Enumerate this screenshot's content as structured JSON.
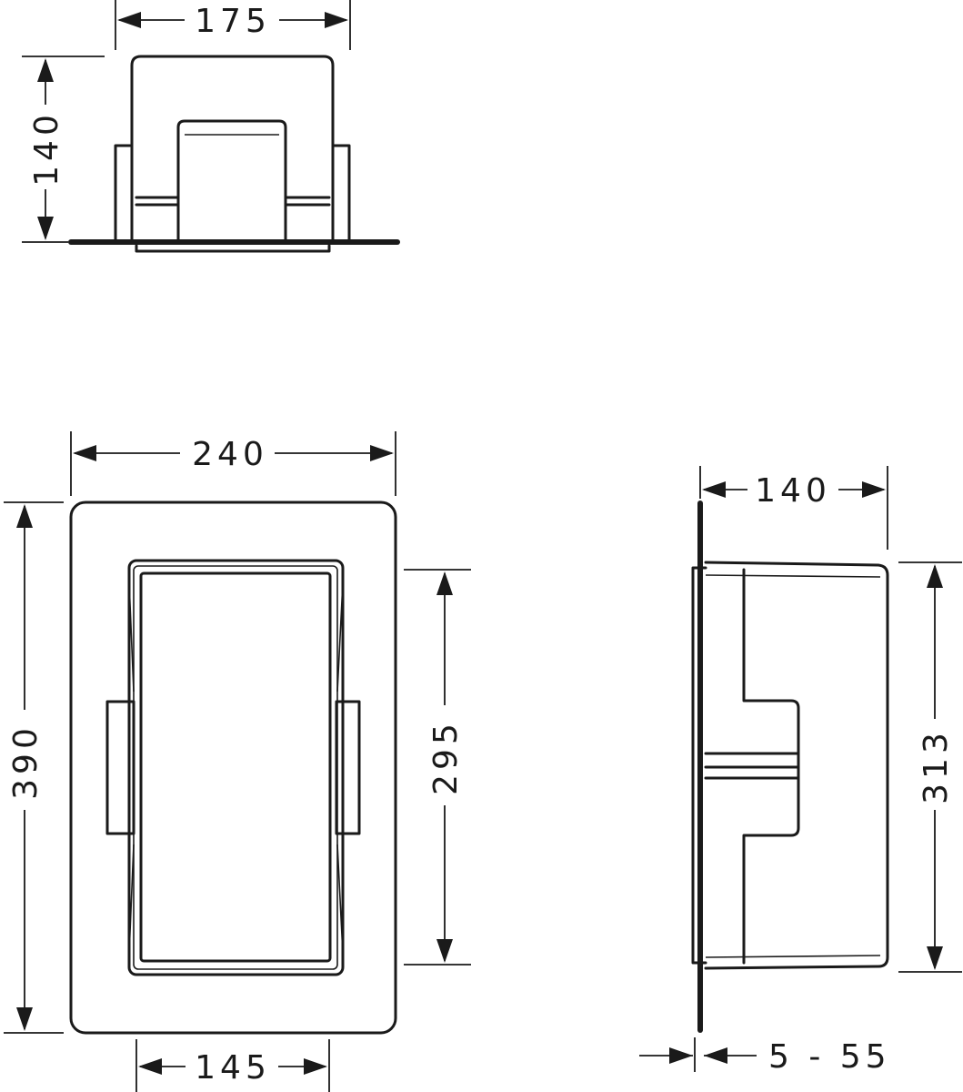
{
  "dimensions": {
    "top_width": "175",
    "top_depth": "140",
    "front_width": "240",
    "front_height": "390",
    "front_opening_height": "295",
    "front_bottom_width": "145",
    "side_depth": "140",
    "side_height": "313",
    "side_wall_range": "5 - 55"
  }
}
